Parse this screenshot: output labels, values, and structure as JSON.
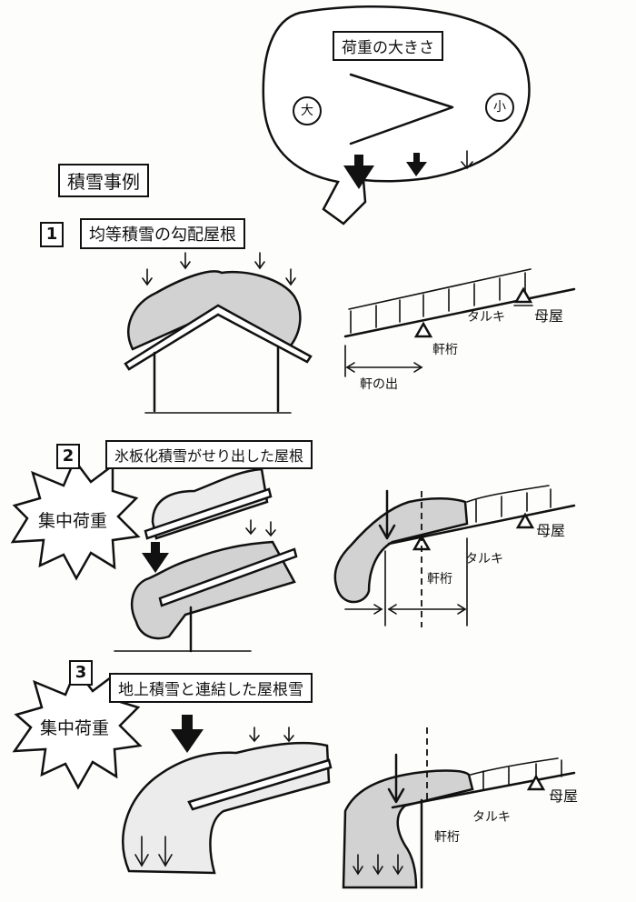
{
  "bubble": {
    "title": "荷重の大きさ",
    "large": "大",
    "small": "小"
  },
  "heading": "積雪事例",
  "cases": [
    {
      "num": "1",
      "title": "均等積雪の勾配屋根"
    },
    {
      "num": "2",
      "title": "氷板化積雪がせり出した屋根",
      "burst": "集中荷重"
    },
    {
      "num": "3",
      "title": "地上積雪と連結した屋根雪",
      "burst": "集中荷重"
    }
  ],
  "labels": {
    "taruki": "タルキ",
    "moya": "母屋",
    "nokigeta": "軒桁",
    "nokinode": "軒の出"
  }
}
